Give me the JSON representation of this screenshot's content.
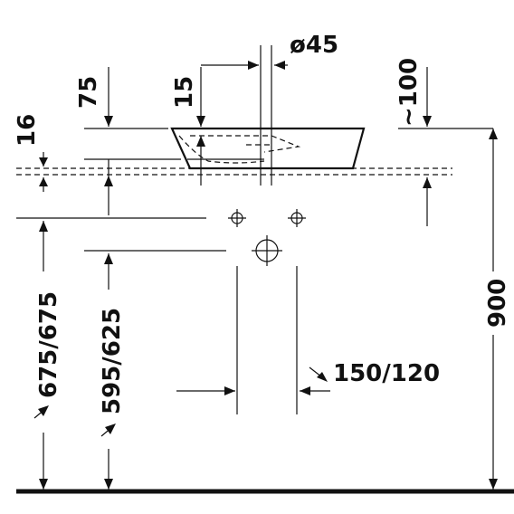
{
  "dimensions": {
    "diameter_drain": "ø45",
    "top_height": "75",
    "rim_height": "15",
    "edge_offset": "~100",
    "wall_offset": "16",
    "total_height": "900",
    "mount_height_a": "675/675",
    "mount_height_b": "595/625",
    "width_range": "150/120"
  }
}
